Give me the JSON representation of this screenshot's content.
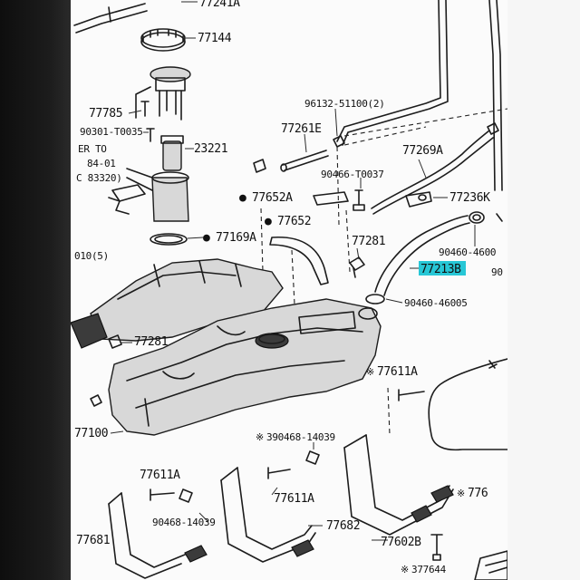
{
  "labels": {
    "l77241a": "77241A",
    "l77144": "77144",
    "l77785": "77785",
    "l90301": "90301-T0035",
    "l23221": "23221",
    "l_erto": "ER TO",
    "l_84": "84-01",
    "l_83320": "C 83320)",
    "l96132": "96132-51100(2)",
    "l77261e": "77261E",
    "l77269a": "77269A",
    "l90466": "90466-T0037",
    "l77236k": "77236K",
    "l77652a": "77652A",
    "l77652": "77652",
    "l77169a": "77169A",
    "l77281a": "77281",
    "l90460a": "90460-4600",
    "l77213b": "77213B",
    "l90_edge": "90",
    "l90460b": "90460-46005",
    "l010": "010(5)",
    "l77281b": "77281",
    "l77611a_top": "77611A",
    "l77100": "77100",
    "l390468": "390468-14039",
    "l77611a_left": "77611A",
    "l776_edge": "776",
    "l77611a_mid": "77611A",
    "l90468": "90468-14039",
    "l77682": "77682",
    "l77681": "77681",
    "l77602b": "77602B",
    "l377644": "377644"
  },
  "marks": {
    "asterisk": "※",
    "bullet": "●"
  },
  "colors": {
    "highlight": "#27c7d6",
    "line": "#1c1c1c",
    "paper": "#fbfbfb"
  }
}
